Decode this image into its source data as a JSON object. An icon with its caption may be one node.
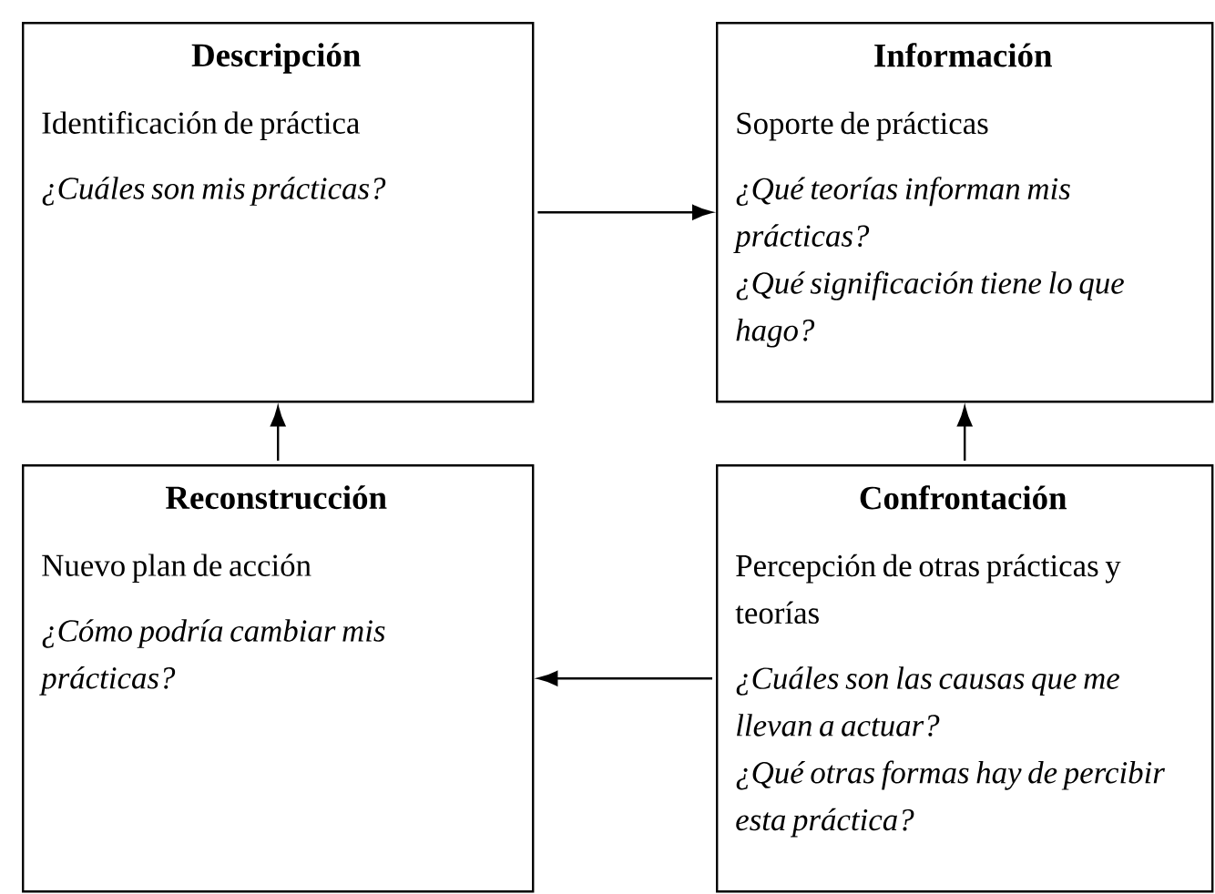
{
  "diagram": {
    "nodes": [
      {
        "text": [
          "Descripción",
          "Identificación de práctica",
          "¿Cuáles son mis prácticas?"
        ]
      },
      {
        "text": [
          "Información",
          "Soporte de prácticas",
          "¿Qué teorías informan mis prácticas?",
          "¿Qué significación tiene lo que hago?"
        ]
      },
      {
        "text": [
          "Reconstrucción",
          "Nuevo plan de acción",
          "¿Cómo podría cambiar mis prácticas?"
        ]
      },
      {
        "text": [
          "Confrontación",
          "Percepción de otras prácticas y teorías",
          "¿Cuáles son las causas que me llevan a actuar?",
          "¿Qué otras formas hay de percibir esta práctica?"
        ]
      }
    ],
    "edges": [
      {
        "from": 0,
        "to": 1,
        "arrow": "to"
      },
      {
        "from": 2,
        "to": 0,
        "arrow": "to"
      },
      {
        "from": 3,
        "to": 1,
        "arrow": "to"
      },
      {
        "from": 3,
        "to": 2,
        "arrow": "to"
      }
    ]
  }
}
